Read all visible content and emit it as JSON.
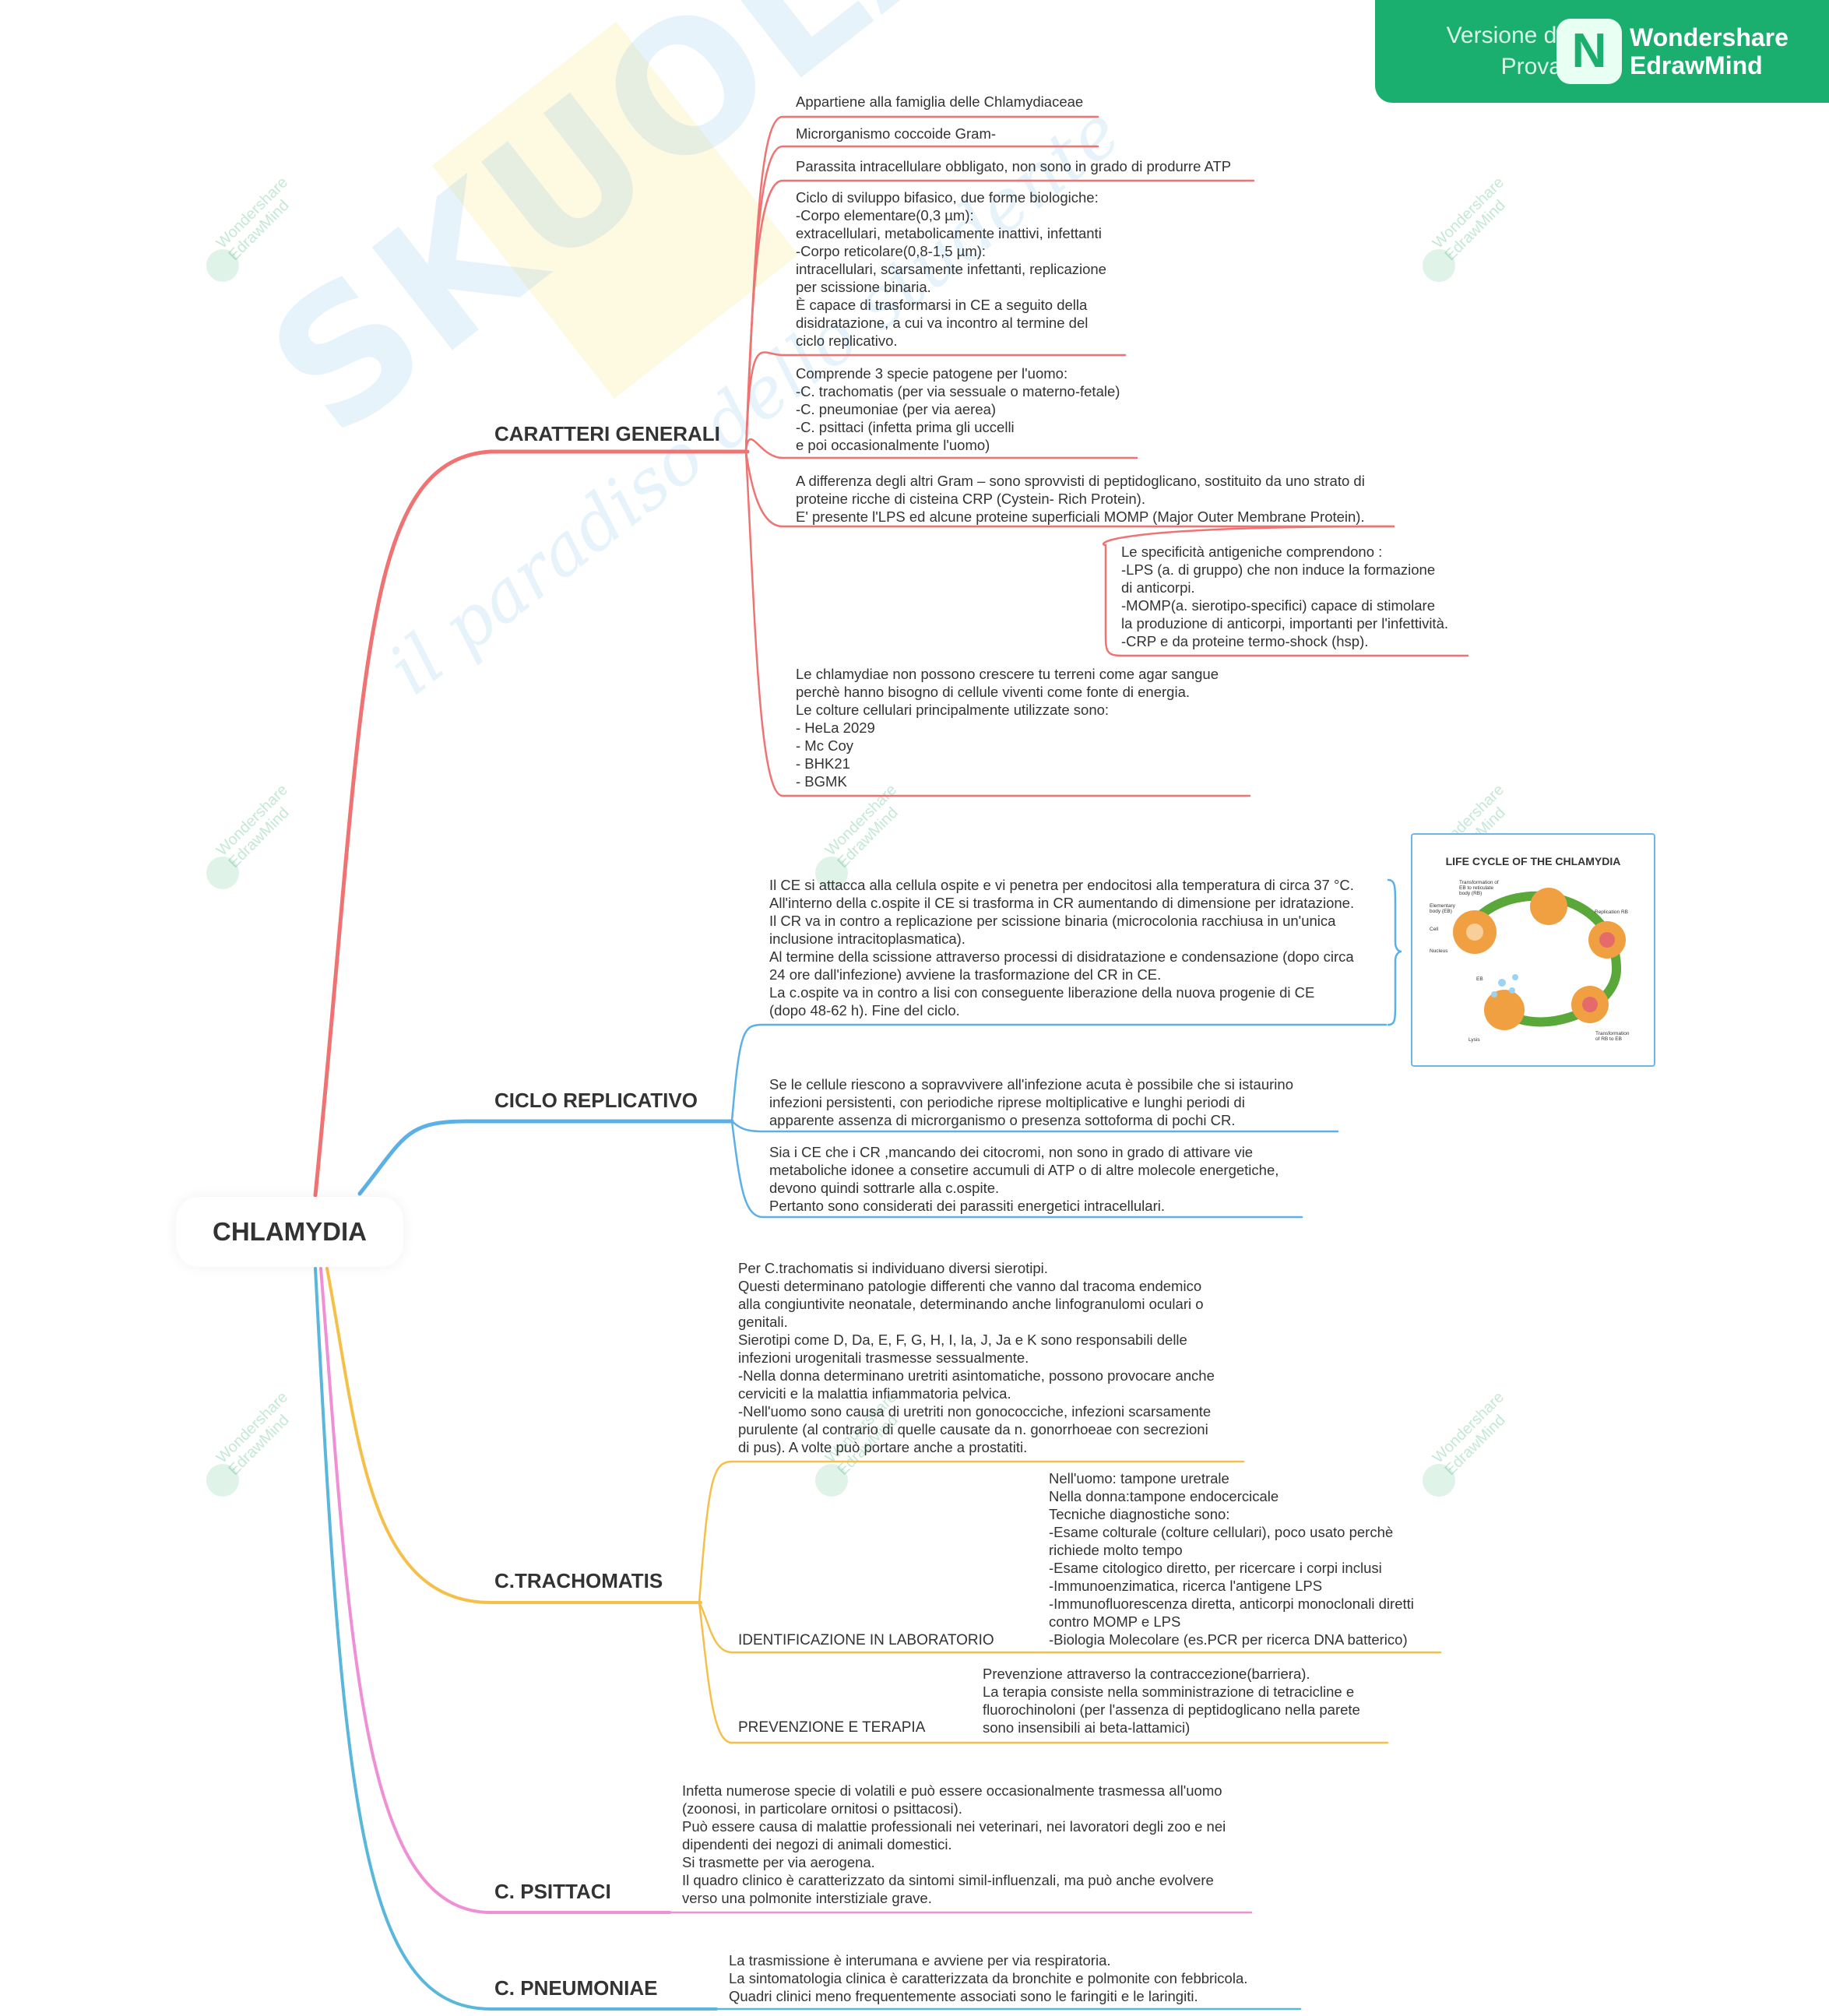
{
  "badge": {
    "trial_line1": "Versione di",
    "trial_line2": "Prova",
    "brand_line1": "Wondershare",
    "brand_line2": "EdrawMind",
    "color": "#1aae6f"
  },
  "watermark": {
    "big": "SKUOLA.net",
    "sub": "il paradiso dello studente",
    "small_line1": "Wondershare",
    "small_line2": "EdrawMind"
  },
  "central": {
    "title": "CHLAMYDIA"
  },
  "branches": [
    {
      "label": "CARATTERI GENERALI",
      "color": "#f07373",
      "children": [
        "Appartiene alla famiglia delle Chlamydiaceae",
        "Microrganismo coccoide Gram-",
        "Parassita intracellulare obbligato, non sono in grado di produrre ATP",
        "Ciclo di sviluppo bifasico, due forme biologiche:\n-Corpo elementare(0,3 µm):\nextracellulari, metabolicamente inattivi, infettanti\n-Corpo reticolare(0,8-1,5 µm):\nintracellulari, scarsamente infettanti, replicazione\nper scissione binaria.\nÈ capace di trasformarsi in CE a seguito della\ndisidratazione, a cui va incontro al termine del\nciclo replicativo.",
        "Comprende 3 specie patogene per l'uomo:\n-C. trachomatis (per via sessuale o materno-fetale)\n-C. pneumoniae (per via aerea)\n-C. psittaci (infetta prima gli uccelli\ne poi occasionalmente l'uomo)",
        "A differenza degli altri Gram – sono sprovvisti di peptidoglicano, sostituito da uno strato di\nproteine ricche di cisteina CRP (Cystein- Rich Protein).\nE' presente l'LPS ed alcune proteine superficiali MOMP (Major Outer Membrane Protein).",
        "Le specificità antigeniche comprendono :\n-LPS (a. di gruppo) che non induce la formazione\ndi anticorpi.\n-MOMP(a. sierotipo-specifici) capace di stimolare\nla produzione di anticorpi, importanti per l'infettività.\n-CRP e da proteine termo-shock (hsp).",
        "Le chlamydiae non possono crescere tu terreni come agar sangue\nperchè hanno bisogno di cellule viventi come fonte di energia.\nLe colture cellulari principalmente utilizzate sono:\n- HeLa 2029\n- Mc Coy\n- BHK21\n- BGMK"
      ]
    },
    {
      "label": "CICLO REPLICATIVO",
      "color": "#5bb0e6",
      "children": [
        "Il CE si attacca alla cellula ospite e vi penetra per endocitosi alla temperatura di circa 37 °C.\nAll'interno della c.ospite il CE si trasforma in CR aumentando di dimensione per idratazione.\nIl CR va in contro a replicazione per scissione binaria (microcolonia racchiusa in un'unica\ninclusione intracitoplasmatica).\nAl termine della scissione attraverso processi di disidratazione e condensazione (dopo circa\n24 ore dall'infezione) avviene la trasformazione del CR in CE.\nLa c.ospite va in contro a lisi con conseguente liberazione della nuova progenie di CE\n(dopo 48-62 h). Fine del ciclo.",
        "Se le cellule riescono a sopravvivere all'infezione acuta è possibile che si istaurino\ninfezioni persistenti, con periodiche riprese moltiplicative e lunghi periodi di\napparente assenza di microrganismo o presenza sottoforma di pochi CR.",
        "Sia i CE che i CR ,mancando dei citocromi, non sono in grado di attivare vie\nmetaboliche idonee a consetire accumuli di ATP o di altre molecole energetiche,\ndevono quindi sottrarle alla c.ospite.\nPertanto sono considerati dei parassiti energetici intracellulari."
      ],
      "figure": {
        "title": "LIFE CYCLE OF THE CHLAMYDIA",
        "labels": [
          "Transformation of\nEB to reticulate\nbody (RB)",
          "Elementary\nbody (EB)",
          "Cell",
          "Nucleus",
          "Replication RB",
          "EB",
          "Lysis",
          "Transformation\nof RB to EB"
        ]
      }
    },
    {
      "label": "C.TRACHOMATIS",
      "color": "#f5c04a",
      "intro": "Per C.trachomatis si individuano diversi sierotipi.\nQuesti determinano patologie differenti che vanno dal tracoma endemico\nalla congiuntivite neonatale, determinando anche linfogranulomi oculari o\ngenitali.\nSierotipi come D, Da, E, F, G, H, I, Ia, J, Ja e K sono responsabili delle\ninfezioni urogenitali trasmesse sessualmente.\n-Nella donna determinano uretriti asintomatiche, possono provocare anche\ncerviciti e la malattia infiammatoria pelvica.\n-Nell'uomo sono causa di uretriti non gonococciche, infezioni scarsamente\npurulente (al contrario di quelle causate da n. gonorrhoeae con secrezioni\ndi pus). A volte può portare anche a prostatiti.",
      "subtopics": [
        {
          "label": "IDENTIFICAZIONE IN LABORATORIO",
          "text": "Nell'uomo: tampone uretrale\nNella donna:tampone endocercicale\nTecniche diagnostiche sono:\n-Esame colturale (colture cellulari), poco usato perchè\nrichiede molto tempo\n-Esame citologico diretto, per ricercare i corpi inclusi\n-Immunoenzimatica, ricerca l'antigene LPS\n-Immunofluorescenza diretta, anticorpi monoclonali diretti\ncontro MOMP e LPS\n-Biologia Molecolare (es.PCR per ricerca DNA batterico)"
        },
        {
          "label": "PREVENZIONE E TERAPIA",
          "text": "Prevenzione attraverso la contraccezione(barriera).\nLa terapia consiste nella somministrazione di tetracicline e\nfluorochinoloni (per l'assenza di peptidoglicano nella parete\nsono insensibili ai beta-lattamici)"
        }
      ]
    },
    {
      "label": "C. PSITTACI",
      "color": "#ef8fd6",
      "children": [
        "Infetta numerose specie di volatili e può essere occasionalmente trasmessa all'uomo\n(zoonosi, in particolare ornitosi o psittacosi).\nPuò essere causa di malattie professionali nei veterinari, nei lavoratori degli zoo e nei\ndipendenti dei negozi di animali domestici.\nSi trasmette per via aerogena.\nIl quadro clinico è caratterizzato da sintomi simil-influenzali, ma può anche evolvere\nverso una polmonite interstiziale grave."
      ]
    },
    {
      "label": "C. PNEUMONIAE",
      "color": "#59b7dc",
      "children": [
        "La trasmissione è interumana e avviene per via respiratoria.\nLa sintomatologia clinica è caratterizzata da bronchite e polmonite con febbricola.\nQuadri clinici meno frequentemente associati sono le faringiti e le laringiti."
      ]
    }
  ]
}
